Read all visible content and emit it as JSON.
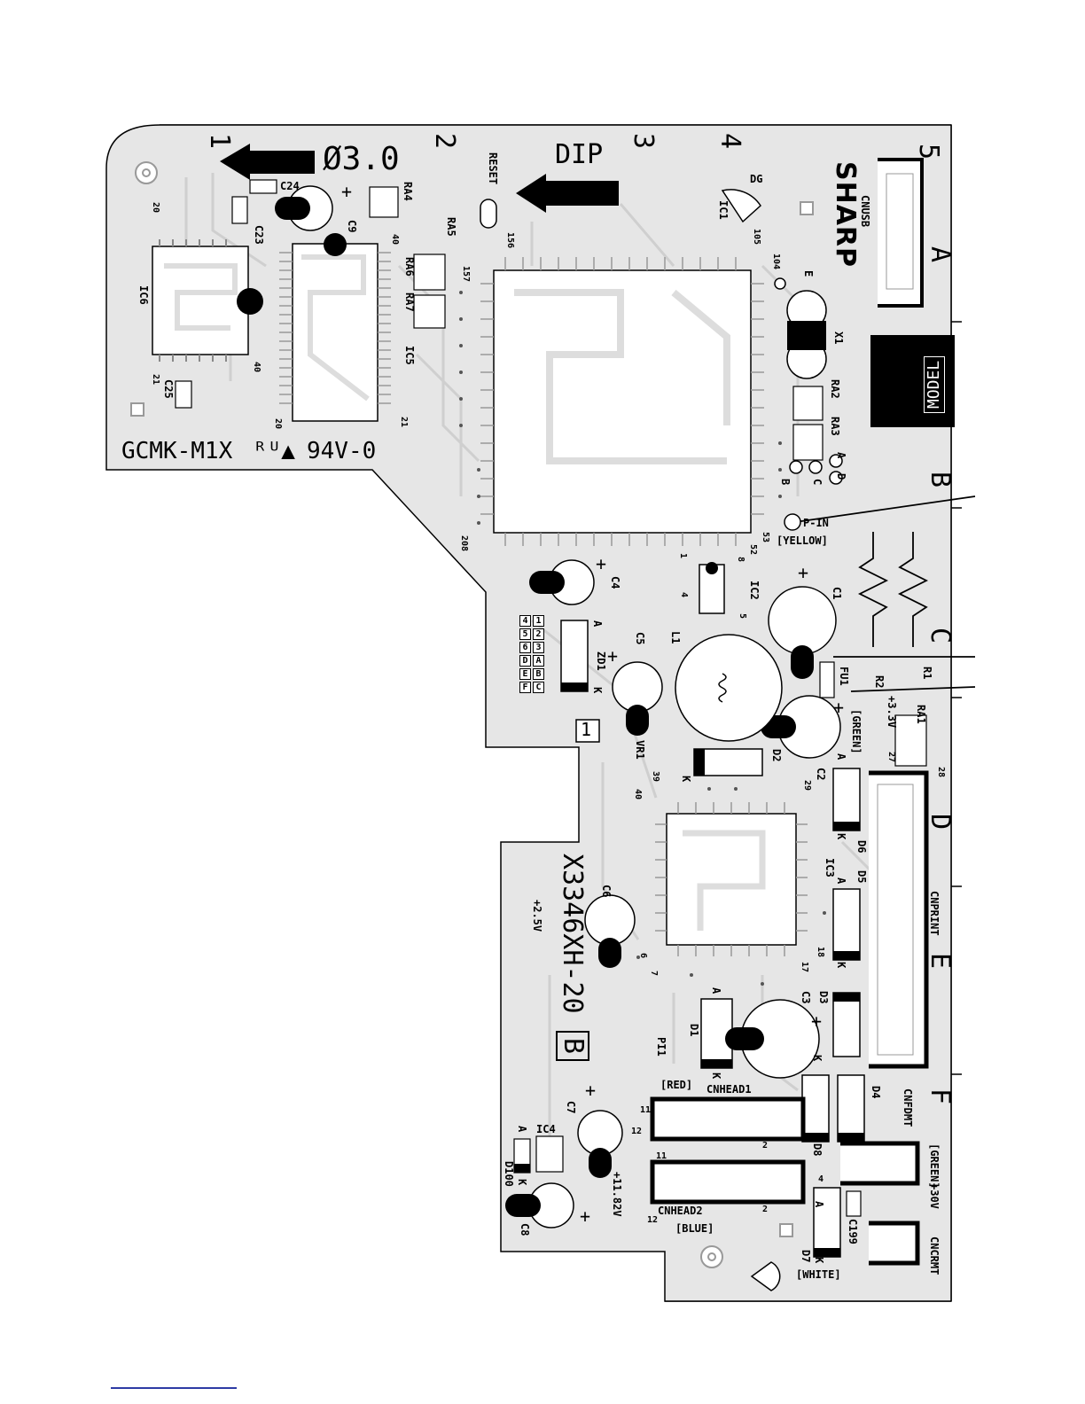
{
  "board": {
    "code": "GCMK-M1X",
    "rating": "94V-0",
    "model_label": "MODEL",
    "brand": "SHARP",
    "part_number": "X3346XH-20",
    "revision": "B",
    "hole_label": "Ø3.0",
    "dip_label": "DIP"
  },
  "grid": {
    "numbers": [
      "1",
      "2",
      "3",
      "4",
      "5"
    ],
    "letters": [
      "A",
      "B",
      "C",
      "D",
      "E",
      "F"
    ]
  },
  "connectors": {
    "cnusb": "CNUSB",
    "cnprint": "CNPRINT",
    "cnhead1": "CNHEAD1",
    "cnhead2": "CNHEAD2",
    "cnfdmt": "CNFDMT",
    "cncrmt": "CNCRMT",
    "red": "[RED]",
    "blue": "[BLUE]",
    "white": "[WHITE]",
    "green": "[GREEN]",
    "yellow": "[YELLOW]",
    "green2": "[GREEN]"
  },
  "voltages": {
    "v33": "+3.3V",
    "v25": "+2.5V",
    "v1182": "+11.82V",
    "v30": "+30V"
  },
  "labels": {
    "reset": "RESET",
    "pin": "P-IN",
    "ic1": "IC1",
    "ic2": "IC2",
    "ic3": "IC3",
    "ic4": "IC4",
    "ic5": "IC5",
    "ic6": "IC6",
    "dg": "DG",
    "x1": "X1",
    "l1": "L1",
    "vr1": "VR1",
    "zd1": "ZD1",
    "fu1": "FU1",
    "r1": "R1",
    "r2": "R2",
    "ra1": "RA1",
    "ra2": "RA2",
    "ra3": "RA3",
    "ra4": "RA4",
    "ra5": "RA5",
    "ra6": "RA6",
    "ra7": "RA7",
    "c1": "C1",
    "c2": "C2",
    "c3": "C3",
    "c4": "C4",
    "c5": "C5",
    "c6": "C6",
    "c7": "C7",
    "c8": "C8",
    "c9": "C9",
    "c23": "C23",
    "c24": "C24",
    "c25": "C25",
    "c199": "C199",
    "d1": "D1",
    "d2": "D2",
    "d3": "D3",
    "d4": "D4",
    "d5": "D5",
    "d6": "D6",
    "d7": "D7",
    "d8": "D8",
    "d100": "D100",
    "pi1": "PI1",
    "box1": "1",
    "pin156": "156",
    "pin157": "157",
    "pin104": "104",
    "pin105": "105",
    "pin53": "53",
    "pin52": "52",
    "pin208": "208",
    "pin1": "1",
    "pin20": "20",
    "pin21": "21",
    "pin40": "40",
    "pin39": "39",
    "pin28": "28",
    "pin29": "29",
    "pin27": "27",
    "pin17": "17",
    "pin18": "18",
    "pin6": "6",
    "pin7": "7",
    "pin11": "11",
    "pin12": "12",
    "pin2": "2",
    "pin4": "4",
    "pin5": "5",
    "pin8": "8",
    "a": "A",
    "b": "B",
    "c": "C",
    "d": "D",
    "e": "E",
    "k": "K"
  },
  "dip_table": {
    "row1": [
      "1",
      "2",
      "3",
      "A",
      "B",
      "C"
    ],
    "row2": [
      "4",
      "5",
      "6",
      "D",
      "E",
      "F"
    ]
  }
}
